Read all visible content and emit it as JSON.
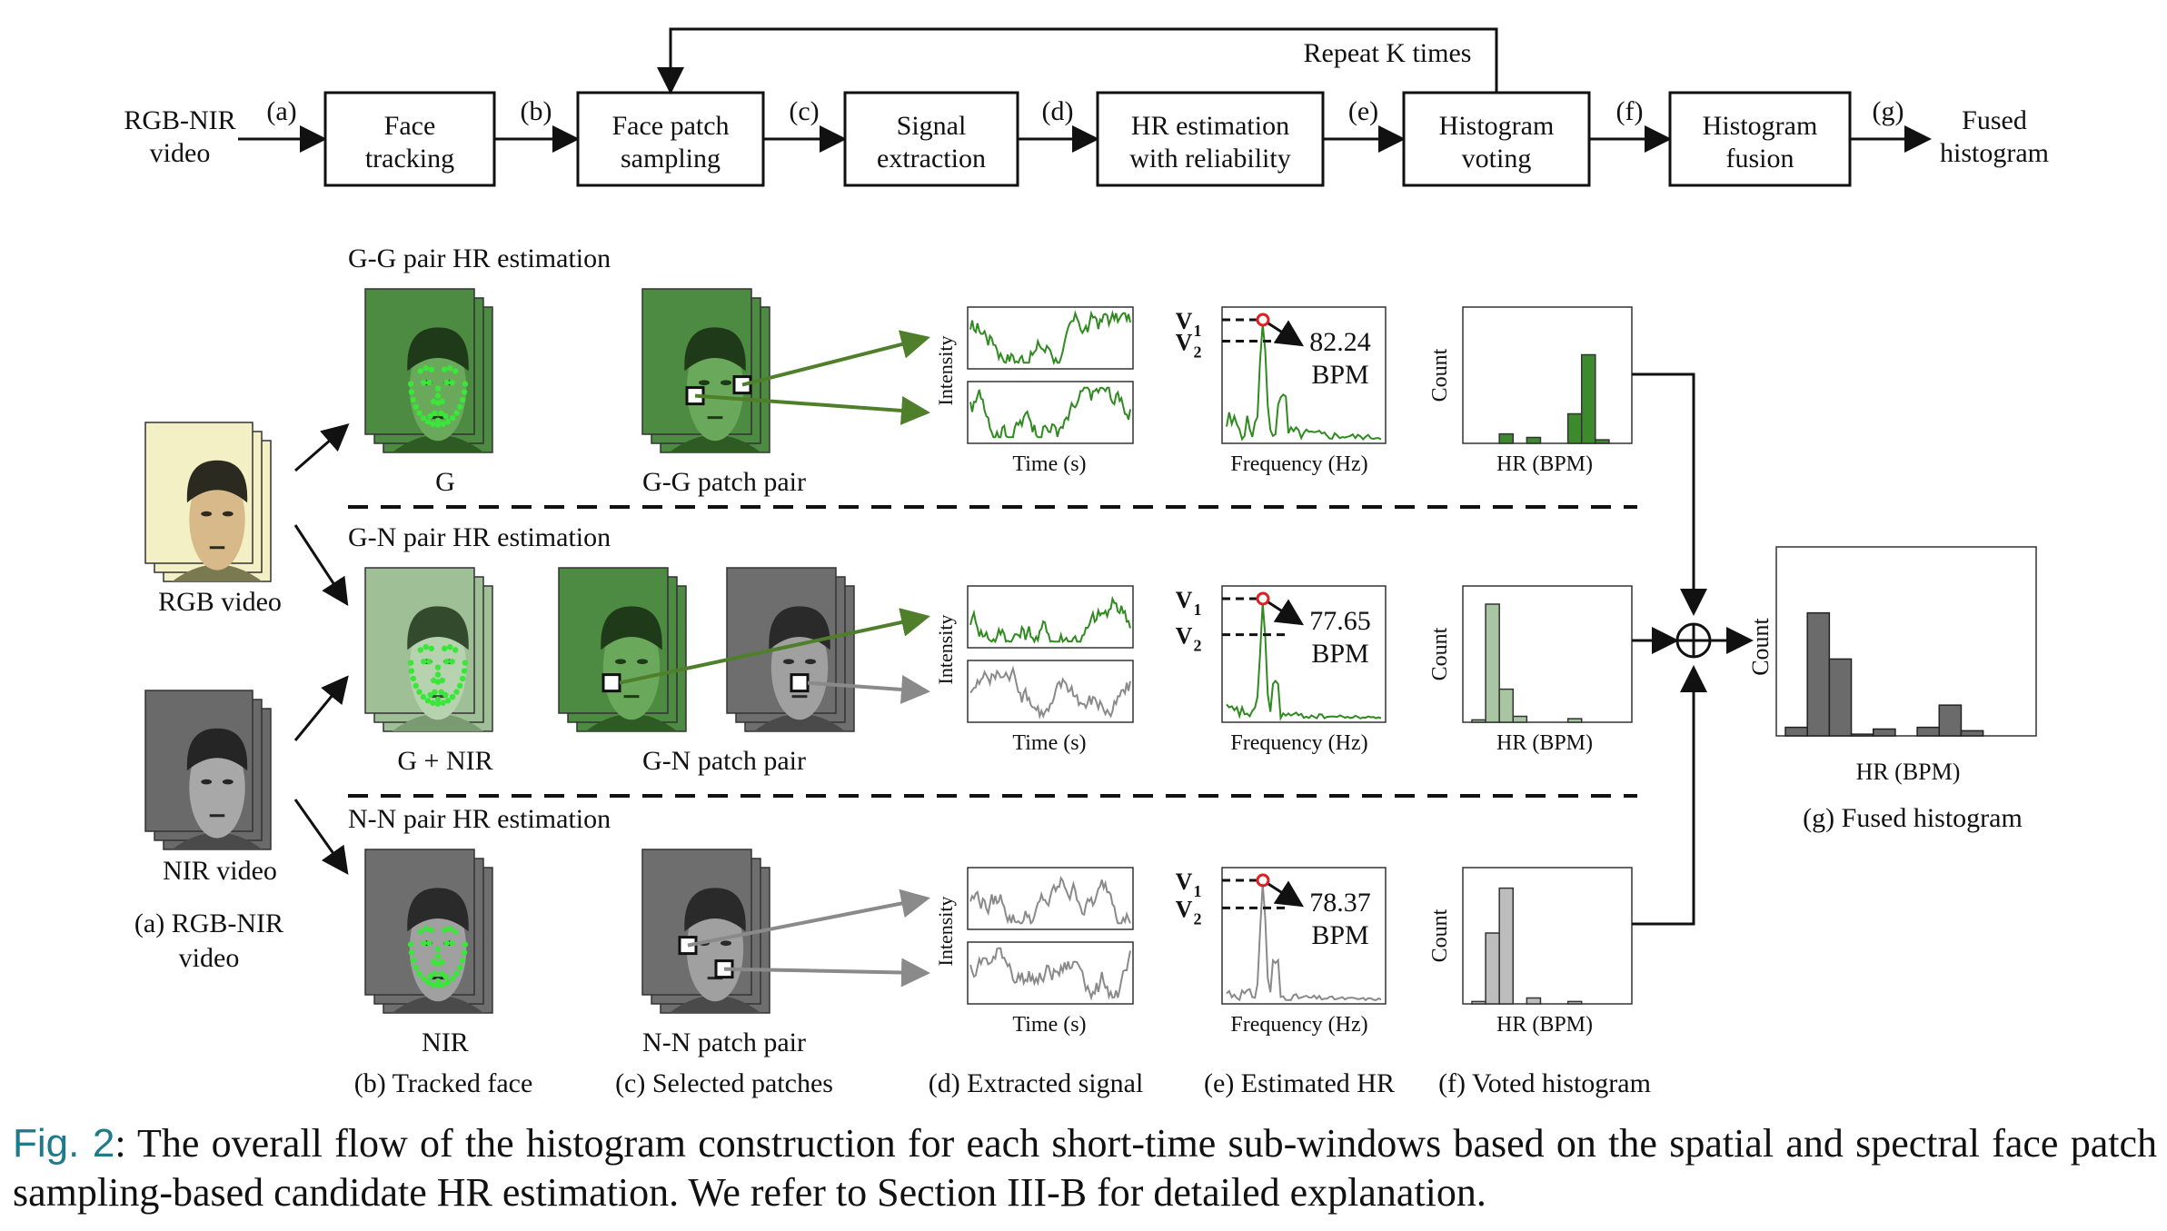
{
  "flow": {
    "input": [
      "RGB-NIR",
      "video"
    ],
    "steps": [
      {
        "letter": "(a)",
        "lines": [
          "Face",
          "tracking"
        ]
      },
      {
        "letter": "(b)",
        "lines": [
          "Face patch",
          "sampling"
        ]
      },
      {
        "letter": "(c)",
        "lines": [
          "Signal",
          "extraction"
        ]
      },
      {
        "letter": "(d)",
        "lines": [
          "HR estimation",
          "with reliability"
        ]
      },
      {
        "letter": "(e)",
        "lines": [
          "Histogram",
          "voting"
        ]
      },
      {
        "letter": "(f)",
        "lines": [
          "Histogram",
          "fusion"
        ]
      }
    ],
    "final_letter": "(g)",
    "output": [
      "Fused",
      "histogram"
    ],
    "repeat_label": "Repeat K times"
  },
  "inputs": {
    "rgb_label": "RGB video",
    "nir_label": "NIR video",
    "column_caption": [
      "(a) RGB-NIR",
      "video"
    ]
  },
  "rows": [
    {
      "title": "G-G pair HR estimation",
      "face_label": "G",
      "patch_label": "G-G patch pair",
      "bpm_value": "82.24",
      "bpm_unit": "BPM",
      "color": "#3d8a2e",
      "hist": [
        0,
        0,
        0.08,
        0,
        0.05,
        0,
        0,
        0.25,
        0.75,
        0.03,
        0
      ],
      "spectrum_peak": 0.62
    },
    {
      "title": "G-N pair HR estimation",
      "face_label": "G + NIR",
      "patch_label": "G-N patch pair",
      "bpm_value": "77.65",
      "bpm_unit": "BPM",
      "color": "#a9c6a3",
      "hist": [
        0.02,
        1.0,
        0.28,
        0.05,
        0,
        0,
        0,
        0.03,
        0,
        0,
        0
      ],
      "spectrum_peak": 0.3
    },
    {
      "title": "N-N pair HR estimation",
      "face_label": "NIR",
      "patch_label": "N-N patch pair",
      "bpm_value": "78.37",
      "bpm_unit": "BPM",
      "color": "#bdbdbd",
      "hist": [
        0.02,
        0.6,
        0.98,
        0,
        0.05,
        0,
        0,
        0.02,
        0,
        0,
        0
      ],
      "spectrum_peak": 0.33
    }
  ],
  "plot_labels": {
    "intensity": "Intensity",
    "time": "Time (s)",
    "frequency": "Frequency (Hz)",
    "count": "Count",
    "hr": "HR (BPM)",
    "v1": "V",
    "v2": "V",
    "v1_sub": "1",
    "v2_sub": "2"
  },
  "fused": {
    "count": "Count",
    "xlabel": "HR (BPM)",
    "caption": "(g) Fused histogram",
    "values": [
      0.05,
      0.72,
      0.45,
      0.01,
      0.04,
      0,
      0.05,
      0.18,
      0.03,
      0,
      0
    ]
  },
  "column_captions": [
    "(b) Tracked face",
    "(c) Selected patches",
    "(d) Extracted signal",
    "(e) Estimated HR",
    "(f) Voted histogram"
  ],
  "caption": {
    "label": "Fig. 2",
    "text": ": The overall flow of the histogram construction for each short-time sub-windows based on the spatial and spectral face patch sampling-based candidate HR estimation. We refer to Section III-B for detailed explanation."
  },
  "colors": {
    "green_face": "#4d8a42",
    "light_green_face": "#9fbf96",
    "gray_face": "#6e6e6e",
    "rgb_face": "#f2f0c4",
    "landmark": "#39e639",
    "marker_red": "#e02020",
    "arrow_green": "#4f7f2a",
    "arrow_gray": "#8a8a8a",
    "caption_label": "#1f7a8c"
  }
}
